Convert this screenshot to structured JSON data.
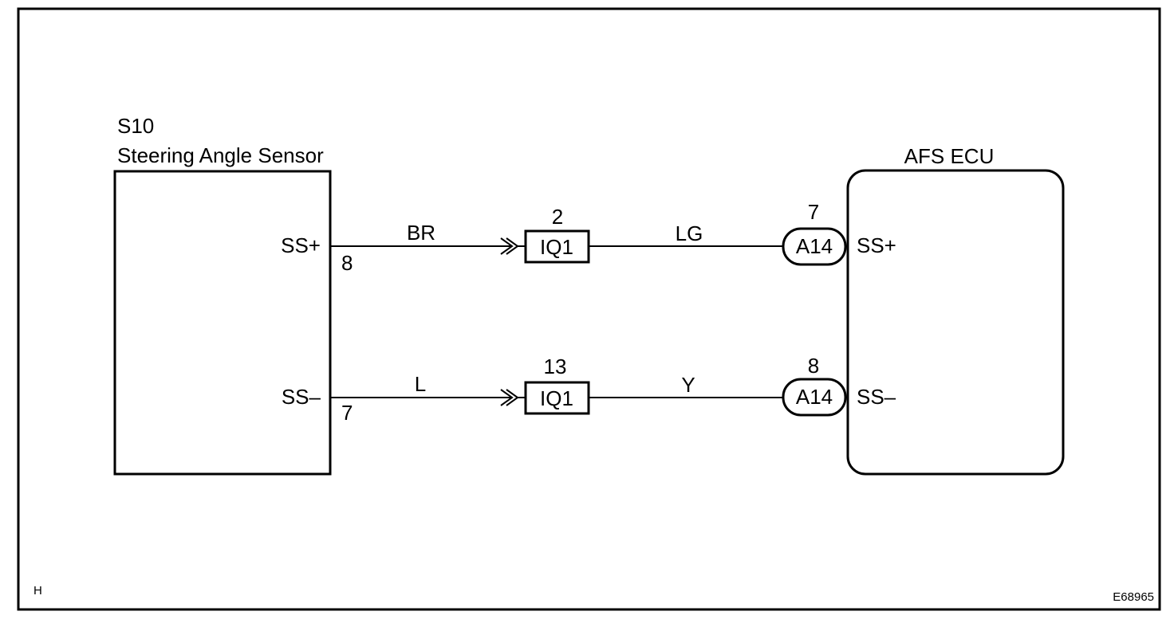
{
  "sensor": {
    "code": "S10",
    "name": "Steering Angle Sensor",
    "pin_plus_label": "SS+",
    "pin_plus_number": "8",
    "pin_minus_label": "SS–",
    "pin_minus_number": "7"
  },
  "ecu": {
    "name": "AFS ECU",
    "pin_plus_label": "SS+",
    "pin_minus_label": "SS–"
  },
  "wires": {
    "top": {
      "left_color": "BR",
      "junction_pin": "2",
      "junction_label": "IQ1",
      "right_color": "LG",
      "connector_pin": "7",
      "connector_label": "A14"
    },
    "bottom": {
      "left_color": "L",
      "junction_pin": "13",
      "junction_label": "IQ1",
      "right_color": "Y",
      "connector_pin": "8",
      "connector_label": "A14"
    }
  },
  "footer": {
    "corner_letter": "H",
    "figure_id": "E68965"
  }
}
